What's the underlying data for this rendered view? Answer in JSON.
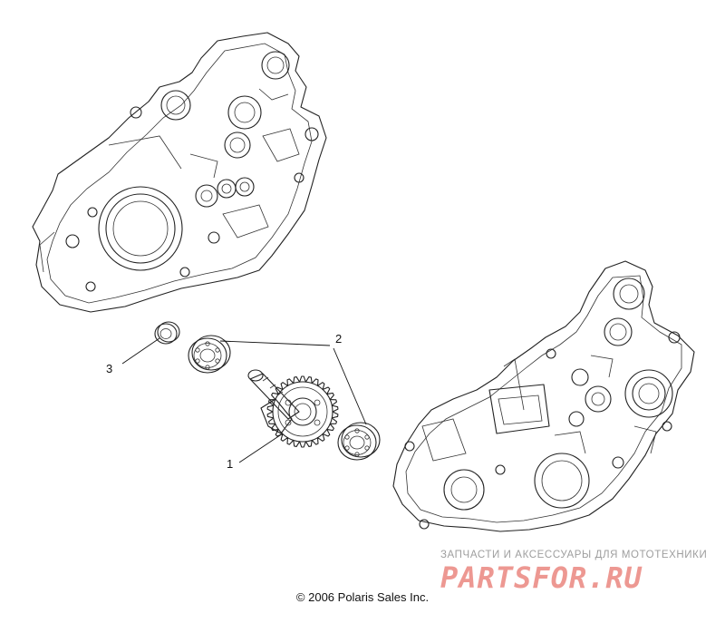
{
  "diagram": {
    "callouts": [
      {
        "id": "1",
        "label": "1"
      },
      {
        "id": "2",
        "label": "2"
      },
      {
        "id": "3",
        "label": "3"
      }
    ],
    "copyright": "© 2006 Polaris Sales Inc."
  },
  "watermark": {
    "tagline": "ЗАПЧАСТИ И АКСЕССУАРЫ ДЛЯ МОТОТЕХНИКИ",
    "logo": "PARTSFOR.RU",
    "color_tagline": "#9e9e9e",
    "color_logo": "#e0443a"
  }
}
